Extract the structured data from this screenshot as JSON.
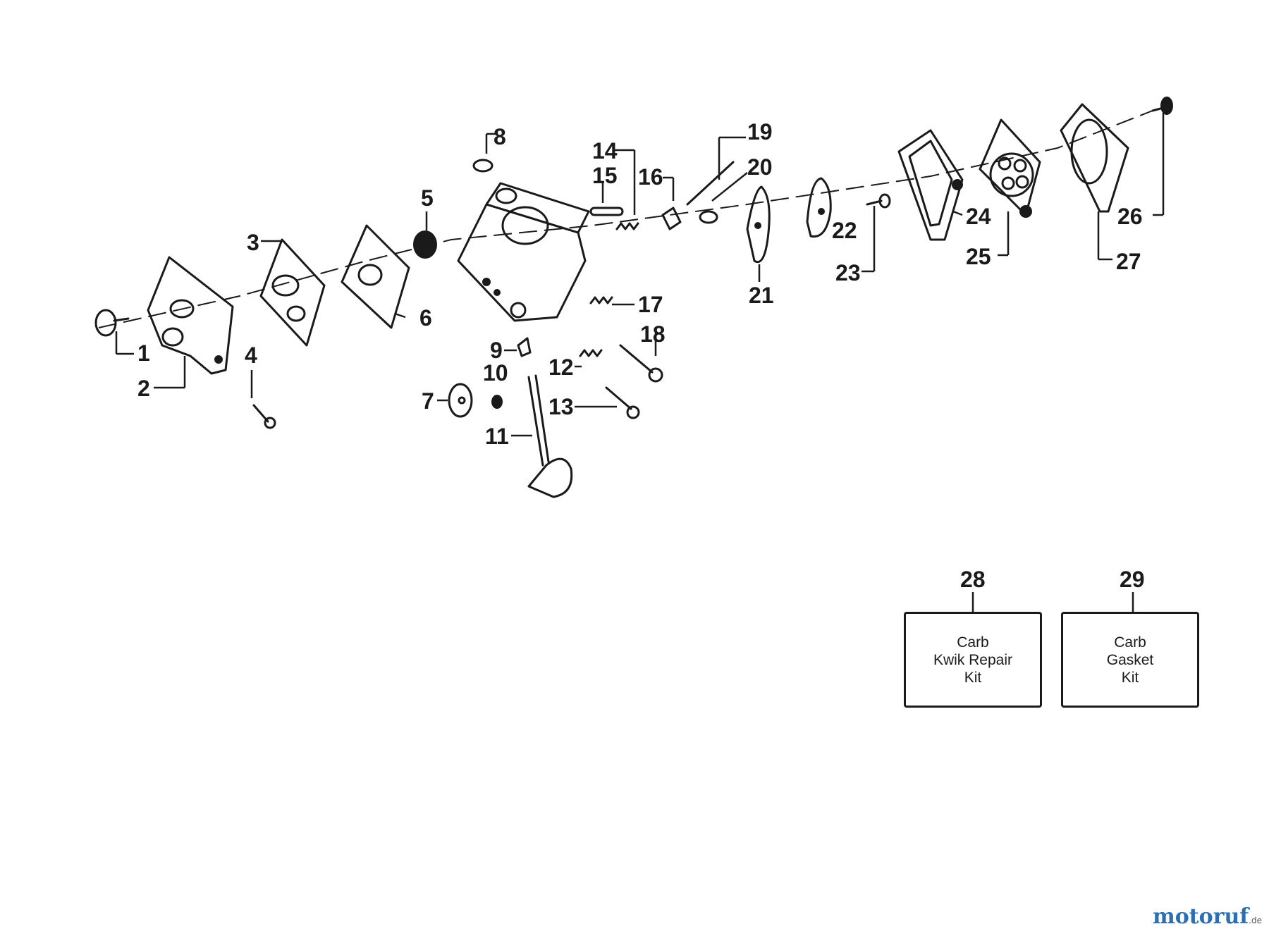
{
  "callouts": [
    "1",
    "2",
    "3",
    "4",
    "5",
    "6",
    "7",
    "8",
    "9",
    "10",
    "11",
    "12",
    "13",
    "14",
    "15",
    "16",
    "17",
    "18",
    "19",
    "20",
    "21",
    "22",
    "23",
    "24",
    "25",
    "26",
    "27",
    "28",
    "29"
  ],
  "kits": [
    {
      "number": "28",
      "line1": "Carb",
      "line2": "Kwik Repair",
      "line3": "Kit"
    },
    {
      "number": "29",
      "line1": "Carb",
      "line2": "Gasket",
      "line3": "Kit"
    }
  ],
  "watermark": {
    "name": "motoruf",
    "suffix": ".de"
  },
  "colors": {
    "ink": "#1a1a1a",
    "watermark": "#2c6fb0",
    "background": "#ffffff"
  }
}
